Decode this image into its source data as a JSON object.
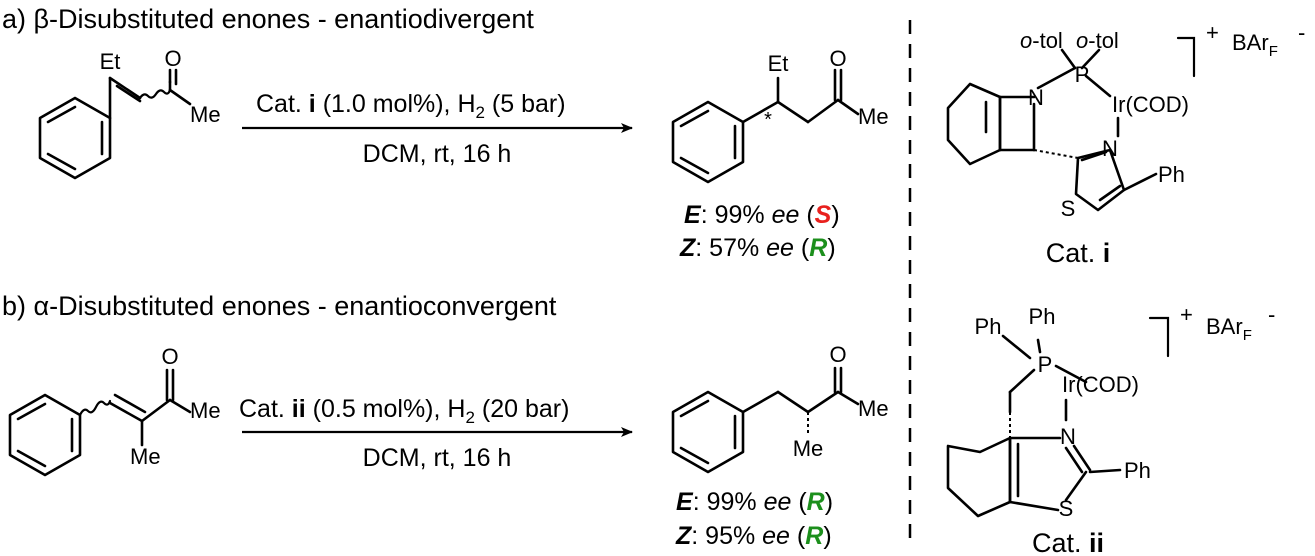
{
  "colors": {
    "S_label": "#e8211e",
    "R_label": "#1c8f1c"
  },
  "section_a": {
    "title": "a) β-Disubstituted enones - enantiodivergent",
    "substrate": {
      "et": "Et",
      "o": "O",
      "me": "Me"
    },
    "conditions": {
      "cat_prefix": "Cat. ",
      "cat_id": "i",
      "cat_load": " (1.0 mol%), H",
      "h2_sub": "2",
      "h2_pressure": " (5 bar)",
      "line2": "DCM, rt, 16 h"
    },
    "product": {
      "et": "Et",
      "o": "O",
      "me": "Me",
      "star": "*"
    },
    "results": [
      {
        "iso": "E",
        "value": ": 99% ",
        "ee": "ee",
        "open": " (",
        "config": "S",
        "close": ")",
        "color": "red"
      },
      {
        "iso": "Z",
        "value": ": 57% ",
        "ee": "ee",
        "open": " (",
        "config": "R",
        "close": ")",
        "color": "green"
      }
    ],
    "catalyst": {
      "otol1": "o",
      "otol1_rest": "-tol",
      "otol2": "o",
      "otol2_rest": "-tol",
      "P": "P",
      "N1": "N",
      "Ir": "Ir(COD)",
      "N2": "N",
      "S": "S",
      "Ph": "Ph",
      "charge": "+",
      "counterion": "BAr",
      "counterion_sub": "F",
      "counterion_charge": "-",
      "label_prefix": "Cat. ",
      "label_id": "i"
    }
  },
  "section_b": {
    "title": "b) α-Disubstituted enones - enantioconvergent",
    "substrate": {
      "o": "O",
      "me1": "Me",
      "me2": "Me"
    },
    "conditions": {
      "cat_prefix": "Cat. ",
      "cat_id": "ii",
      "cat_load": " (0.5 mol%), H",
      "h2_sub": "2",
      "h2_pressure": " (20 bar)",
      "line2": "DCM, rt, 16 h"
    },
    "product": {
      "o": "O",
      "me1": "Me",
      "me2": "Me"
    },
    "results": [
      {
        "iso": "E",
        "value": ": 99% ",
        "ee": "ee",
        "open": " (",
        "config": "R",
        "close": ")",
        "color": "green"
      },
      {
        "iso": "Z",
        "value": ": 95% ",
        "ee": "ee",
        "open": " (",
        "config": "R",
        "close": ")",
        "color": "green"
      }
    ],
    "catalyst": {
      "ph1": "Ph",
      "ph2": "Ph",
      "P": "P",
      "Ir": "Ir(COD)",
      "N": "N",
      "S": "S",
      "Ph": "Ph",
      "charge": "+",
      "counterion": "BAr",
      "counterion_sub": "F",
      "counterion_charge": "-",
      "label_prefix": "Cat. ",
      "label_id": "ii"
    }
  }
}
